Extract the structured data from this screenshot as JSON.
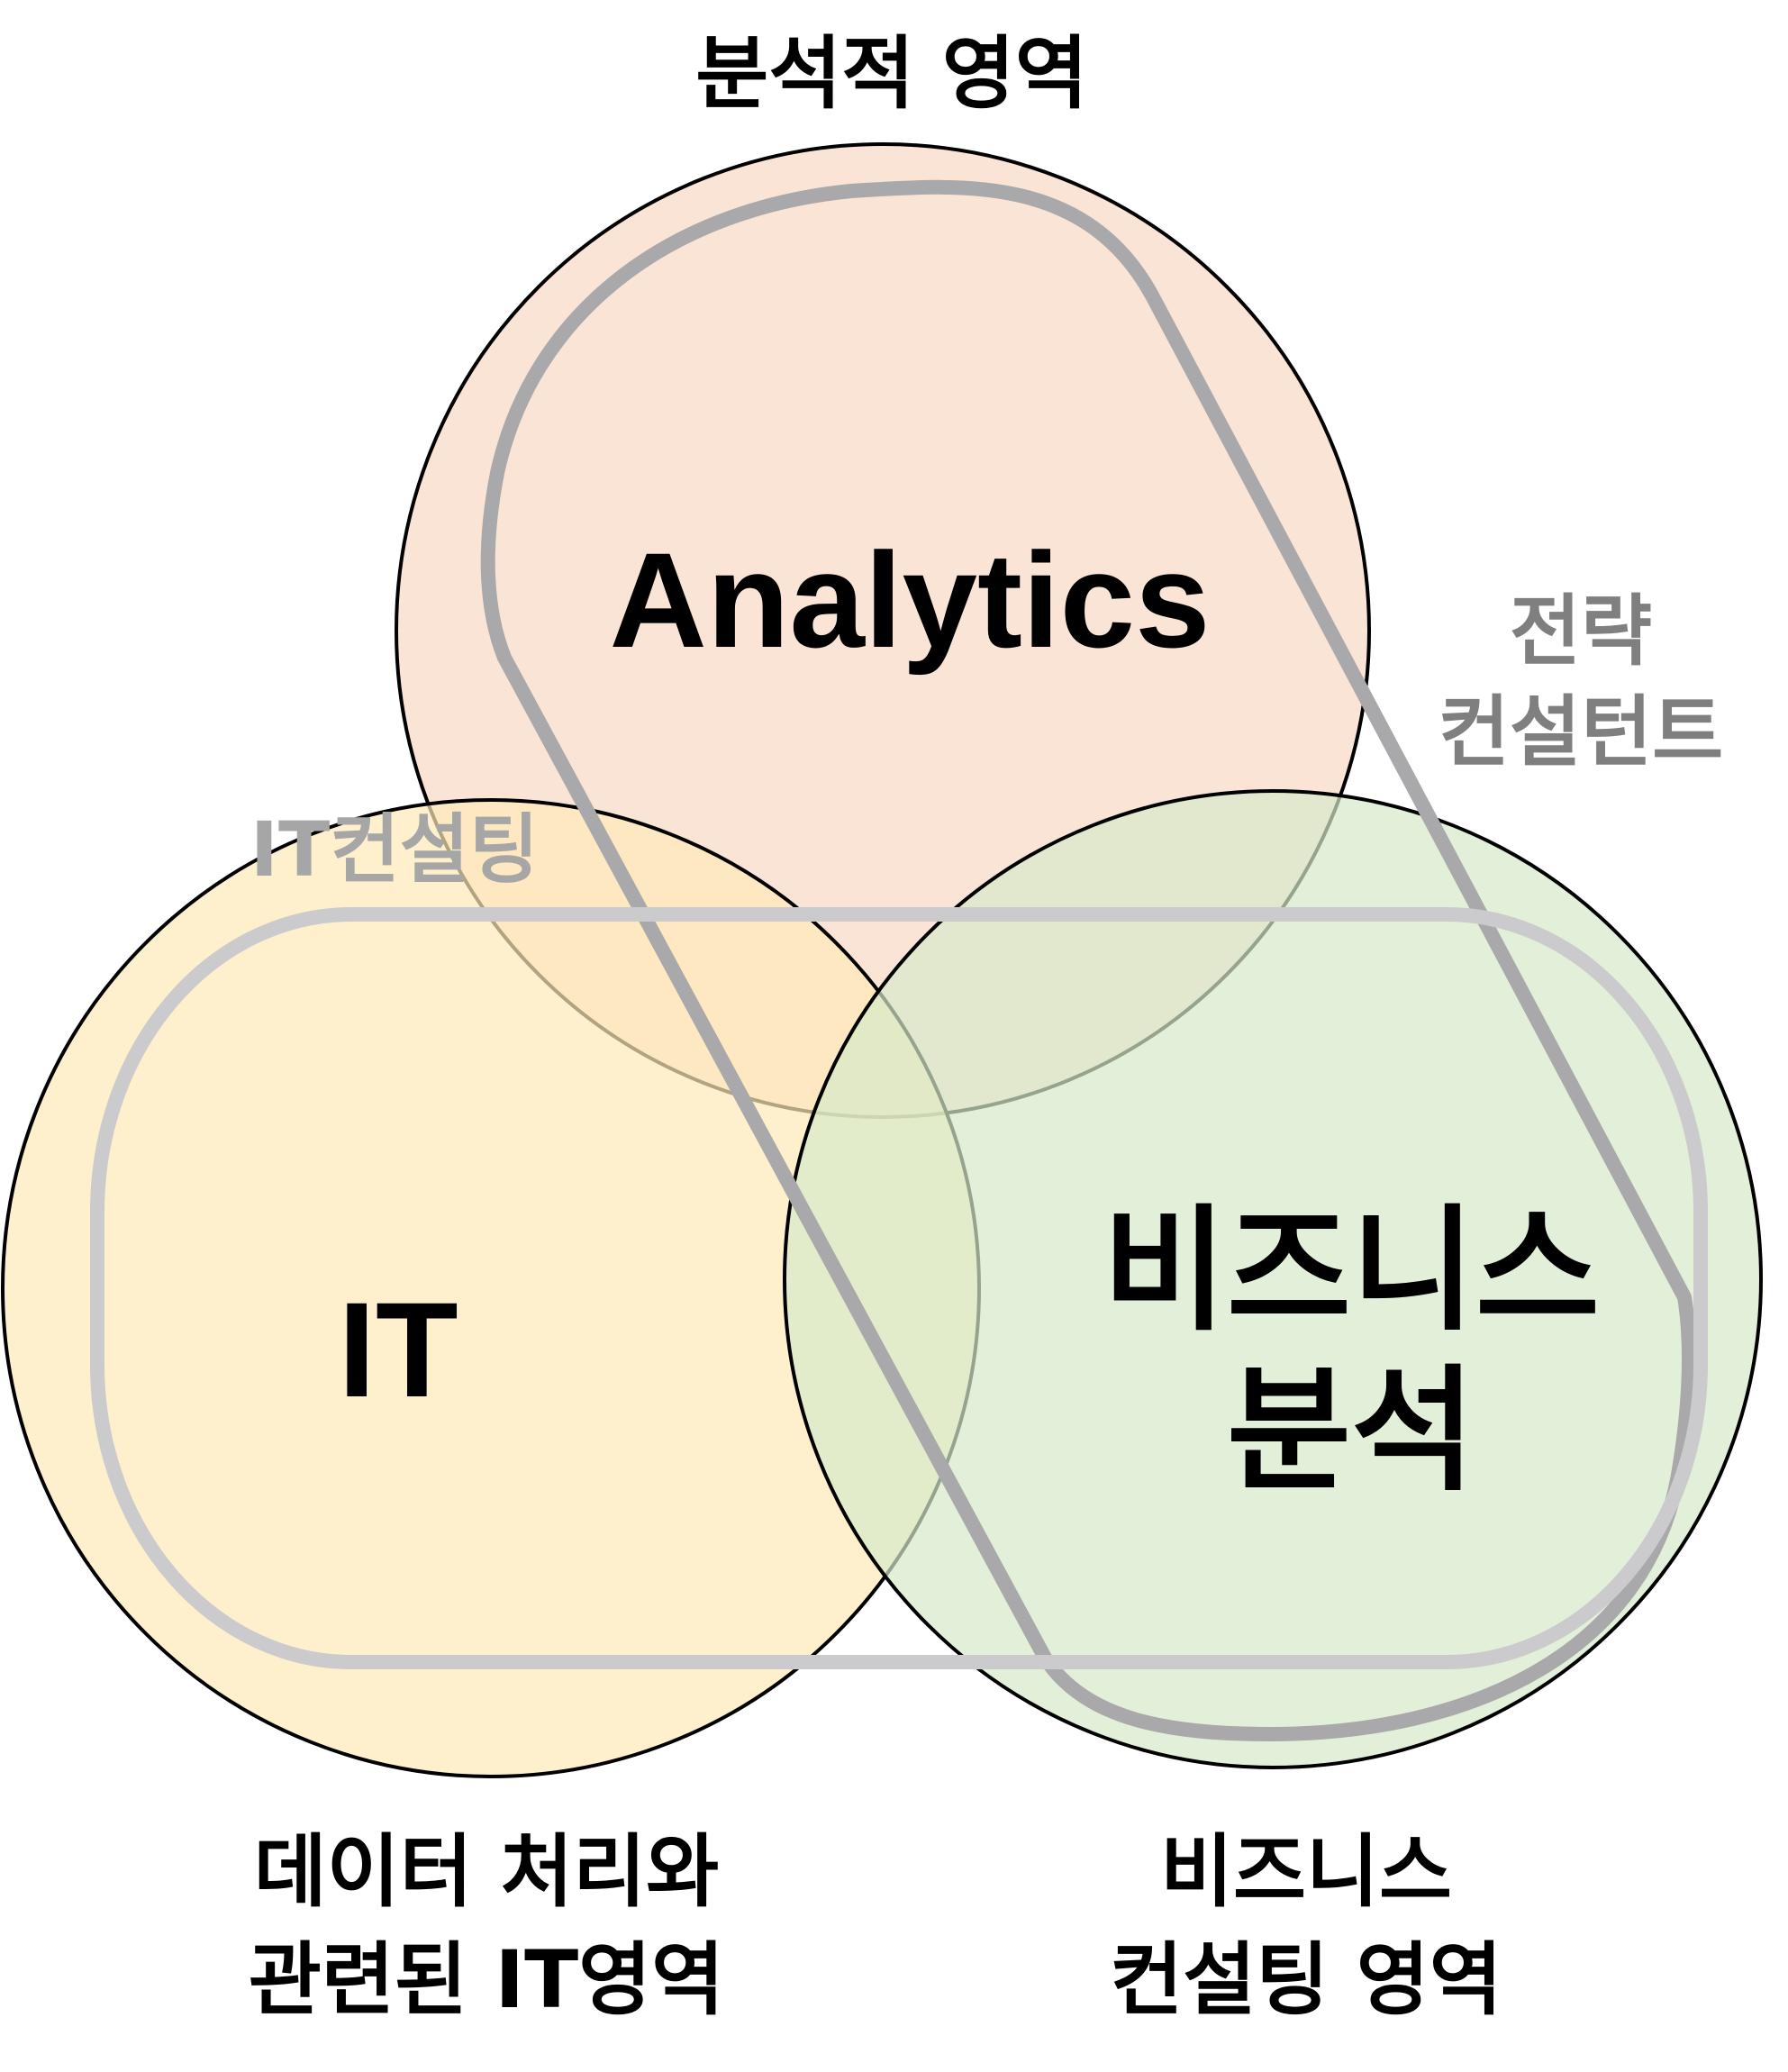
{
  "colors": {
    "analytics_fill": "#F9DCCB",
    "it_fill": "#FDE9B8",
    "business_fill": "#D6E9C9",
    "circle_stroke": "#000000",
    "strategy_loop": "#A9A8AA",
    "it_loop": "#CBCACC",
    "strategy_text": "#7F7F7F",
    "it_consulting_text": "#A6A6A6"
  },
  "labels": {
    "analytics_area": "분석적 영역",
    "analytics": "Analytics",
    "strategy_line1": "전략",
    "strategy_line2": "컨설턴트",
    "it_consulting": "IT컨설팅",
    "it": "IT",
    "business_line1": "비즈니스",
    "business_line2": "분석",
    "it_area_line1": "데이터 처리와",
    "it_area_line2": "관련된 IT영역",
    "business_area_line1": "비즈니스",
    "business_area_line2": "컨설팅 영역"
  }
}
